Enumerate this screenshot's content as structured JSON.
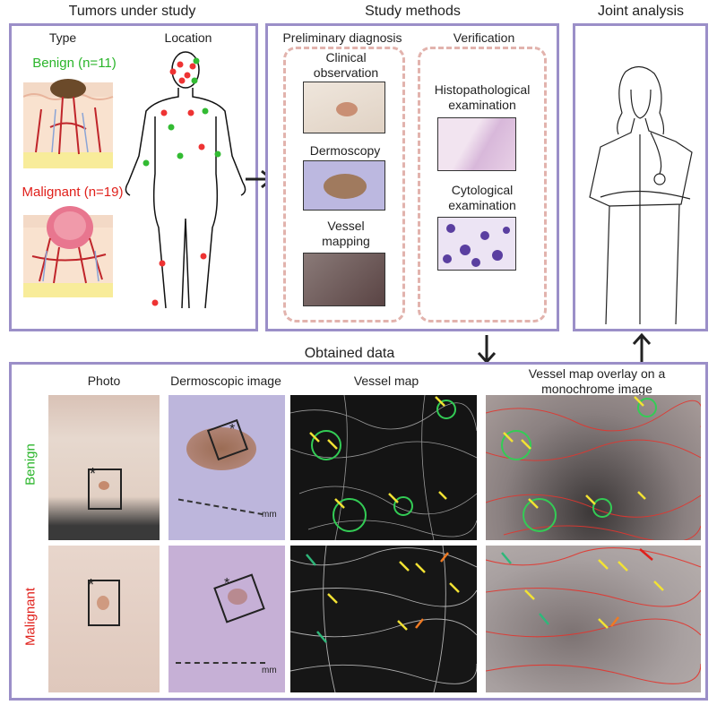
{
  "sections": {
    "tumors": "Tumors under study",
    "methods": "Study methods",
    "joint": "Joint analysis",
    "obtained": "Obtained data"
  },
  "tumors": {
    "type_label": "Type",
    "location_label": "Location",
    "benign": "Benign (n=11)",
    "malignant": "Malignant (n=19)"
  },
  "methods": {
    "preliminary": "Preliminary diagnosis",
    "verification": "Verification",
    "clinical": "Clinical observation",
    "dermoscopy": "Dermoscopy",
    "vessel_mapping": "Vessel mapping",
    "histo": "Histopathological examination",
    "cyto": "Cytological examination"
  },
  "obtained": {
    "col_photo": "Photo",
    "col_dermo": "Dermoscopic image",
    "col_vessel": "Vessel map",
    "col_overlay": "Vessel map overlay on a monochrome image",
    "row_benign": "Benign",
    "row_malignant": "Malignant",
    "asterisk": "*",
    "mm": "mm"
  },
  "colors": {
    "frame": "#9b8fc8",
    "dash": "#e2b3ad",
    "benign": "#2bb52b",
    "malignant": "#e0201b"
  }
}
